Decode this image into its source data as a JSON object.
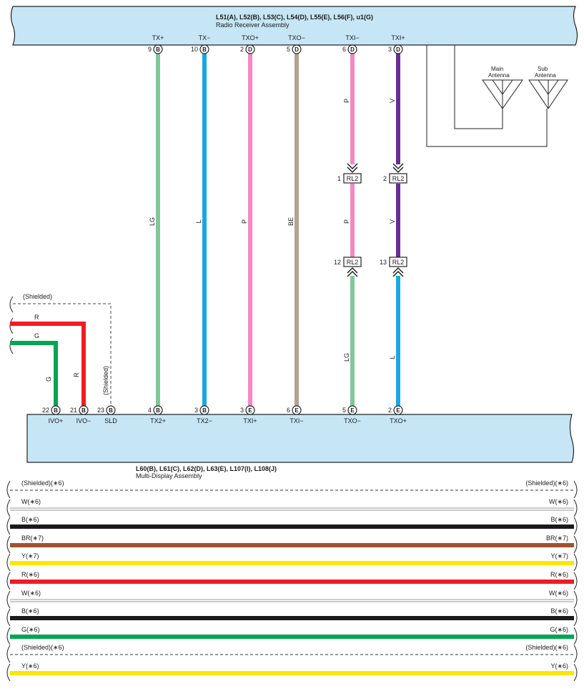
{
  "top_assembly": {
    "connectors": "L51(A), L52(B), L53(C), L54(D), L55(E), L56(F), u1(G)",
    "name": "Radio Receiver Assembly"
  },
  "bottom_assembly": {
    "connectors": "L60(B), L61(C), L62(D), L63(E), L107(I), L108(J)",
    "name": "Multi-Display Assembly"
  },
  "antennas": {
    "main": [
      "Main",
      "Antenna"
    ],
    "sub": [
      "Sub",
      "Antenna"
    ]
  },
  "vertical_wires": [
    {
      "top_signal": "TX+",
      "top_pin": "9",
      "top_conn": "B",
      "color_code": "LG",
      "color": "#7fc89a",
      "bottom_signal": "TX2+",
      "bottom_pin": "4",
      "bottom_conn": "B"
    },
    {
      "top_signal": "TX−",
      "top_pin": "10",
      "top_conn": "B",
      "color_code": "L",
      "color": "#1aa8e0",
      "bottom_signal": "TX2−",
      "bottom_pin": "3",
      "bottom_conn": "B"
    },
    {
      "top_signal": "TXO+",
      "top_pin": "2",
      "top_conn": "D",
      "color_code": "P",
      "color": "#f28ac0",
      "bottom_signal": "TXI+",
      "bottom_pin": "3",
      "bottom_conn": "E"
    },
    {
      "top_signal": "TXO−",
      "top_pin": "5",
      "top_conn": "D",
      "color_code": "BE",
      "color": "#b3a38f",
      "bottom_signal": "TXI−",
      "bottom_pin": "6",
      "bottom_conn": "E"
    },
    {
      "top_signal": "TXI−",
      "top_pin": "6",
      "top_conn": "D",
      "color_code": "P",
      "color": "#f28ac0",
      "bottom_signal": "TXO−",
      "bottom_pin": "5",
      "bottom_conn": "E",
      "mid_code": "P",
      "lower_code": "LG",
      "lower_color": "#7fc89a",
      "conn_top_pin": "1",
      "conn_bottom_pin": "12",
      "conn_name": "RL2"
    },
    {
      "top_signal": "TXI+",
      "top_pin": "3",
      "top_conn": "D",
      "color_code": "V",
      "color": "#6a2c8f",
      "bottom_signal": "TXO+",
      "bottom_pin": "2",
      "bottom_conn": "E",
      "mid_code": "V",
      "lower_code": "L",
      "lower_color": "#1aa8e0",
      "conn_top_pin": "2",
      "conn_bottom_pin": "13",
      "conn_name": "RL2"
    }
  ],
  "left_group": {
    "shield_label": "(Shielded)",
    "wires": [
      {
        "code": "R",
        "color": "#ee1c25",
        "signal": "IVO−",
        "pin": "21",
        "conn": "B"
      },
      {
        "code": "G",
        "color": "#00a651",
        "signal": "IVO+",
        "pin": "22",
        "conn": "B"
      }
    ],
    "sld": {
      "label": "(Shielded)",
      "signal": "SLD",
      "pin": "23",
      "conn": "B"
    }
  },
  "harness_rows": [
    {
      "label": "(Shielded)(∗6)",
      "color": "#333333",
      "type": "shield"
    },
    {
      "label": "W(∗6)",
      "color": "#bbbbbb",
      "type": "thin"
    },
    {
      "label": "B(∗6)",
      "color": "#1a1a1a",
      "type": "thick"
    },
    {
      "label": "BR(∗7)",
      "color": "#a0522d",
      "type": "thick"
    },
    {
      "label": "Y(∗7)",
      "color": "#ffe600",
      "type": "thick"
    },
    {
      "label": "R(∗6)",
      "color": "#ee1c25",
      "type": "thick"
    },
    {
      "label": "W(∗6)",
      "color": "#bbbbbb",
      "type": "thin"
    },
    {
      "label": "B(∗6)",
      "color": "#1a1a1a",
      "type": "thick"
    },
    {
      "label": "G(∗6)",
      "color": "#00a651",
      "type": "thick"
    },
    {
      "label": "(Shielded)(∗6)",
      "color": "#333333",
      "type": "shield"
    },
    {
      "label": "Y(∗6)",
      "color": "#ffe600",
      "type": "thick"
    }
  ]
}
